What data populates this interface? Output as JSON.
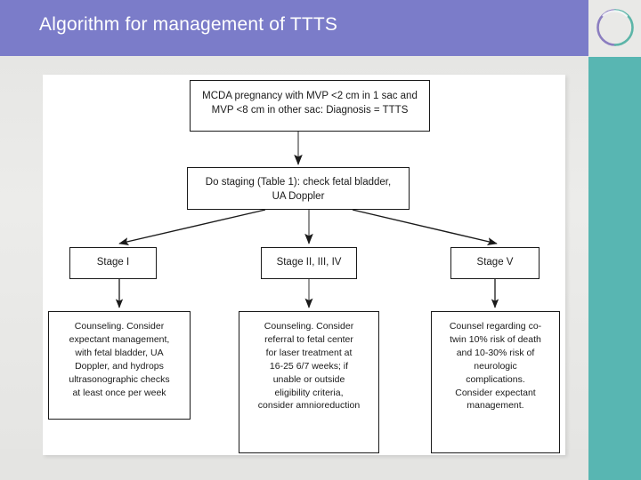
{
  "slide": {
    "title": "Algorithm for management of TTTS",
    "colors": {
      "header_purple": "#7b7cc9",
      "teal_band": "#58b6b2",
      "panel_white": "#ffffff",
      "slide_background": "#e9e9e7",
      "box_border": "#1a1a1a",
      "title_text": "#ffffff"
    },
    "decor": {
      "ring_icon": "circle-ring-icon",
      "ring_colors": [
        "#8b7ec0",
        "#5cb5a8"
      ]
    }
  },
  "flowchart": {
    "type": "flowchart",
    "nodes": [
      {
        "id": "diagnosis",
        "text": "MCDA pregnancy with MVP <2 cm in 1 sac and\nMVP <8 cm in other sac: Diagnosis = TTTS"
      },
      {
        "id": "staging",
        "text": "Do staging (Table 1): check fetal bladder,\nUA Doppler"
      },
      {
        "id": "stage-1",
        "text": "Stage I"
      },
      {
        "id": "stage-234",
        "text": "Stage II, III, IV"
      },
      {
        "id": "stage-5",
        "text": "Stage V"
      },
      {
        "id": "plan-1",
        "text": "Counseling. Consider\nexpectant management,\nwith fetal bladder, UA\nDoppler, and hydrops\nultrasonographic checks\nat least once per week"
      },
      {
        "id": "plan-234",
        "text": "Counseling. Consider\nreferral to fetal center\nfor laser treatment at\n16-25 6/7 weeks; if\nunable or outside\neligibility criteria,\nconsider amnioreduction"
      },
      {
        "id": "plan-5",
        "text": "Counsel regarding co-\ntwin 10% risk of death\nand 10-30% risk of\nneurologic\ncomplications.\nConsider expectant\nmanagement."
      }
    ],
    "edges": [
      {
        "from": "diagnosis",
        "to": "staging",
        "style": "vertical-arrow"
      },
      {
        "from": "staging",
        "to": "stage-1",
        "style": "diagonal-arrow-left"
      },
      {
        "from": "staging",
        "to": "stage-234",
        "style": "vertical-arrow"
      },
      {
        "from": "staging",
        "to": "stage-5",
        "style": "diagonal-arrow-right"
      },
      {
        "from": "stage-1",
        "to": "plan-1",
        "style": "vertical-arrow"
      },
      {
        "from": "stage-234",
        "to": "plan-234",
        "style": "vertical-arrow"
      },
      {
        "from": "stage-5",
        "to": "plan-5",
        "style": "vertical-arrow"
      }
    ]
  }
}
